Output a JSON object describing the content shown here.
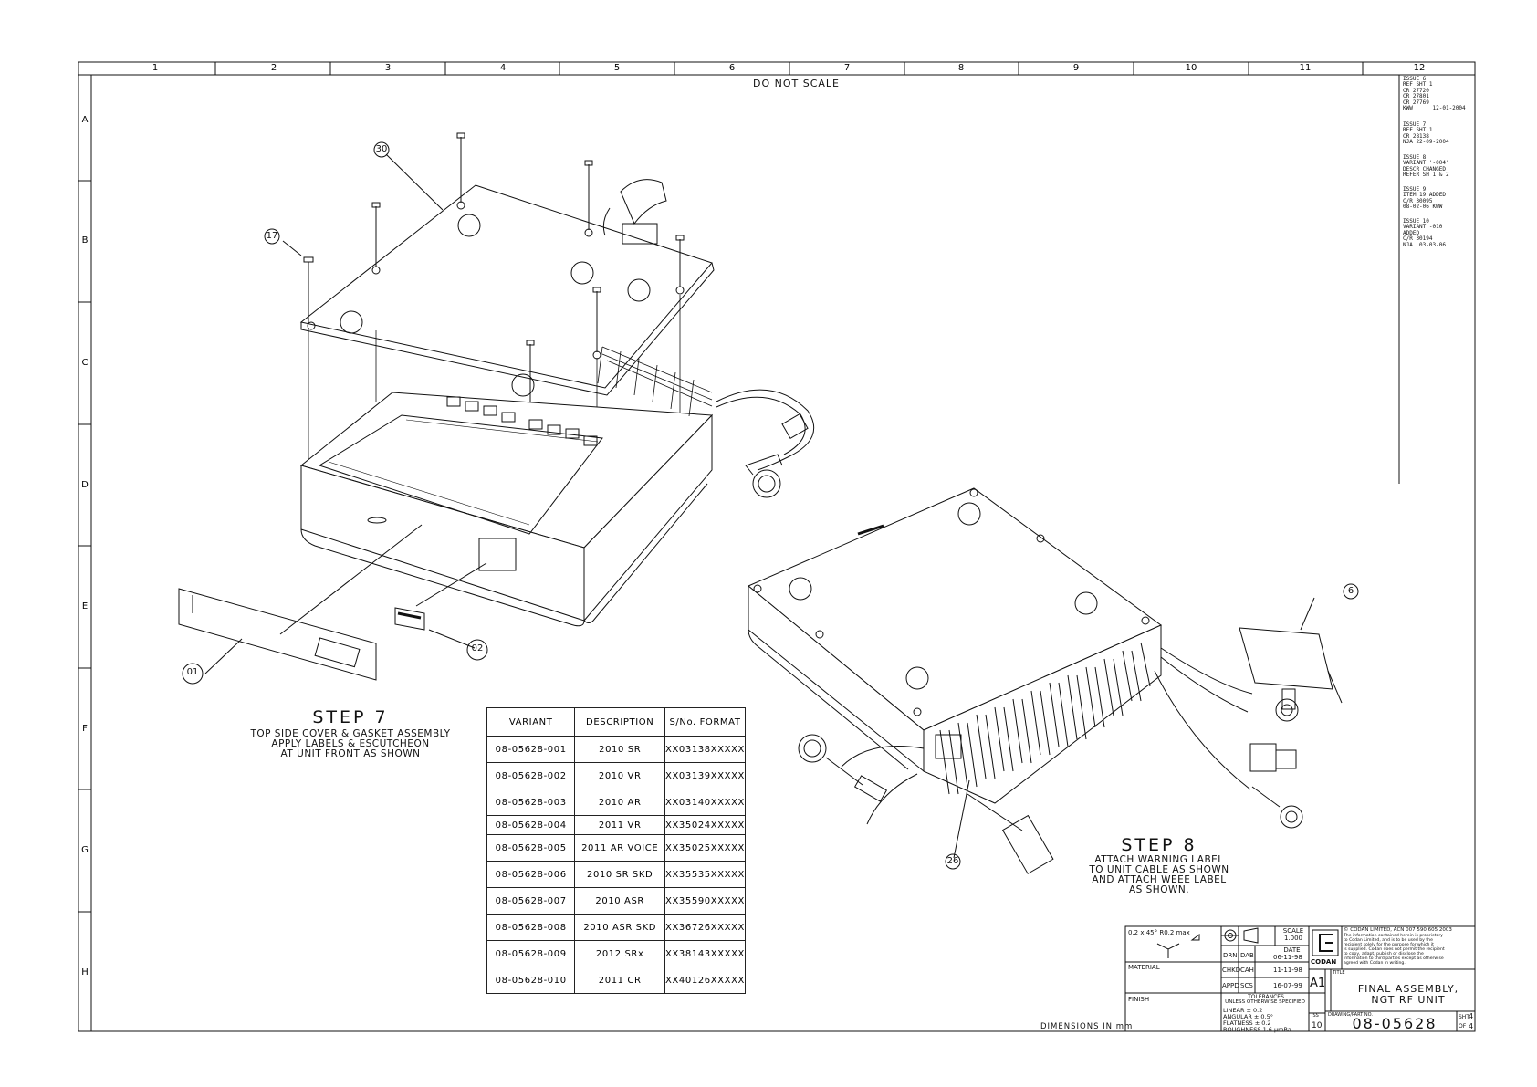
{
  "header": {
    "notice": "DO NOT SCALE",
    "columns": [
      "1",
      "2",
      "3",
      "4",
      "5",
      "6",
      "7",
      "8",
      "9",
      "10",
      "11",
      "12"
    ],
    "rows": [
      "A",
      "B",
      "C",
      "D",
      "E",
      "F",
      "G",
      "H"
    ]
  },
  "revisions": [
    "ISSUE 6\nREF SHT 1\nCR 27720\nCR 27801\nCR 27769\nKWW      12-01-2004",
    "ISSUE 7\nREF SHT 1\nCR 28138\nNJA 22-09-2004",
    "ISSUE 8\nVARIANT '-004'\nDESCR CHANGED\nREFER SH 1 & 2",
    "ISSUE 9\nITEM 19 ADDED\nC/R 30095\n08-02-06 KWW",
    "ISSUE 10\nVARIANT -010\nADDED\nC/R 30194\nNJA  03-03-06"
  ],
  "callouts": {
    "c30": "30",
    "c17": "17",
    "c01": "01",
    "c02": "02",
    "c6": "6",
    "c26": "26"
  },
  "step7": {
    "title": "STEP 7",
    "lines": [
      "TOP SIDE COVER & GASKET ASSEMBLY",
      "APPLY LABELS & ESCUTCHEON",
      "AT UNIT FRONT AS SHOWN"
    ]
  },
  "step8": {
    "title": "STEP 8",
    "lines": [
      "ATTACH WARNING LABEL",
      "TO UNIT CABLE AS SHOWN",
      "AND ATTACH WEEE LABEL",
      "AS SHOWN."
    ]
  },
  "variant_table": {
    "headers": [
      "VARIANT",
      "DESCRIPTION",
      "S/No. FORMAT"
    ],
    "rows": [
      [
        "08-05628-001",
        "2010 SR",
        "XX03138XXXXX"
      ],
      [
        "08-05628-002",
        "2010 VR",
        "XX03139XXXXX"
      ],
      [
        "08-05628-003",
        "2010 AR",
        "XX03140XXXXX"
      ],
      [
        "08-05628-004",
        "2011 VR",
        "XX35024XXXXX"
      ],
      [
        "08-05628-005",
        "2011 AR VOICE",
        "XX35025XXXXX"
      ],
      [
        "08-05628-006",
        "2010 SR SKD",
        "XX35535XXXXX"
      ],
      [
        "08-05628-007",
        "2010 ASR",
        "XX35590XXXXX"
      ],
      [
        "08-05628-008",
        "2010 ASR SKD",
        "XX36726XXXXX"
      ],
      [
        "08-05628-009",
        "2012 SRx",
        "XX38143XXXXX"
      ],
      [
        "08-05628-010",
        "2011 CR",
        "XX40126XXXXX"
      ]
    ]
  },
  "title_block": {
    "chamfer": "0.2 x 45°    R0.2 max",
    "material": "MATERIAL",
    "finish": "FINISH",
    "dimensions": "DIMENSIONS IN mm",
    "scale_label": "SCALE",
    "scale_value": "1.000",
    "date_label": "DATE",
    "drn": "DRN",
    "drn_by": "DAB",
    "drn_date": "06-11-98",
    "chkd": "CHKD",
    "chkd_by": "CAH",
    "chkd_date": "11-11-98",
    "appd": "APPD",
    "appd_by": "SCS",
    "appd_date": "16-07-99",
    "tolerances": "TOLERANCES",
    "unless": "UNLESS OTHERWISE SPECIFIED",
    "tol_linear": "LINEAR      ± 0.2",
    "tol_angular": "ANGULAR     ± 0.5°",
    "tol_flatness": "FLATNESS    ± 0.2",
    "tol_roughness": "ROUGHNESS   1.6 μmRa",
    "size": "A1",
    "copyright": "© CODAN LIMITED, ACN 007 590 605   2003",
    "confidential": [
      "The information contained herein is proprietary",
      "to Codan Limited, and is to be used by the",
      "recipient solely for the purpose for which it",
      "is supplied. Codan does not permit the recipient",
      "to copy, adapt, publish or disclose the",
      "information to third parties except as otherwise",
      "agreed with Codan in writing."
    ],
    "brand": "CODAN",
    "title_label": "TITLE",
    "title1": "FINAL ASSEMBLY,",
    "title2": "NGT RF UNIT",
    "iss_label": "ISS",
    "issue": "10",
    "dwg_label": "DRAWING/PART NO.",
    "drawing_no": "08-05628",
    "sht_label": "SHT.",
    "sht_no": "4",
    "of_label": "OF",
    "of_no": "4"
  }
}
